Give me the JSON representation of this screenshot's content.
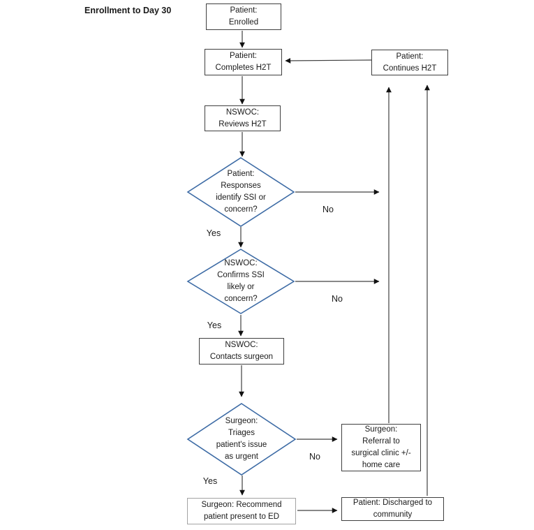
{
  "title": "Enrollment to Day 30",
  "nodes": {
    "enrolled": {
      "text": "Patient:\nEnrolled"
    },
    "completes_h2t": {
      "text": "Patient:\nCompletes H2T"
    },
    "continues_h2t": {
      "text": "Patient:\nContinues H2T"
    },
    "reviews_h2t": {
      "text": "NSWOC:\nReviews H2T"
    },
    "responses_decision": {
      "text": "Patient:\nResponses\nidentify SSI or\nconcern?"
    },
    "confirms_decision": {
      "text": "NSWOC:\nConfirms SSI\nlikely or\nconcern?"
    },
    "contacts_surgeon": {
      "text": "NSWOC:\nContacts surgeon"
    },
    "triage_decision": {
      "text": "Surgeon:\nTriages\npatient's issue\nas urgent"
    },
    "referral": {
      "text": "Surgeon:\nReferral to\nsurgical clinic +/-\nhome care"
    },
    "recommend_ed": {
      "text": "Surgeon: Recommend\npatient present to ED"
    },
    "discharged": {
      "text": "Patient: Discharged to\ncommunity"
    }
  },
  "edge_labels": {
    "responses_no": "No",
    "responses_yes": "Yes",
    "confirms_no": "No",
    "confirms_yes": "Yes",
    "triage_no": "No",
    "triage_yes": "Yes"
  },
  "colors": {
    "diamond_border": "#3d6ba5",
    "box_border": "#3f3f3f",
    "gray_box_border": "#a3a3a3",
    "arrow": "#404040",
    "arrowhead": "#111111",
    "text": "#1a1a1a",
    "bg": "#ffffff"
  }
}
